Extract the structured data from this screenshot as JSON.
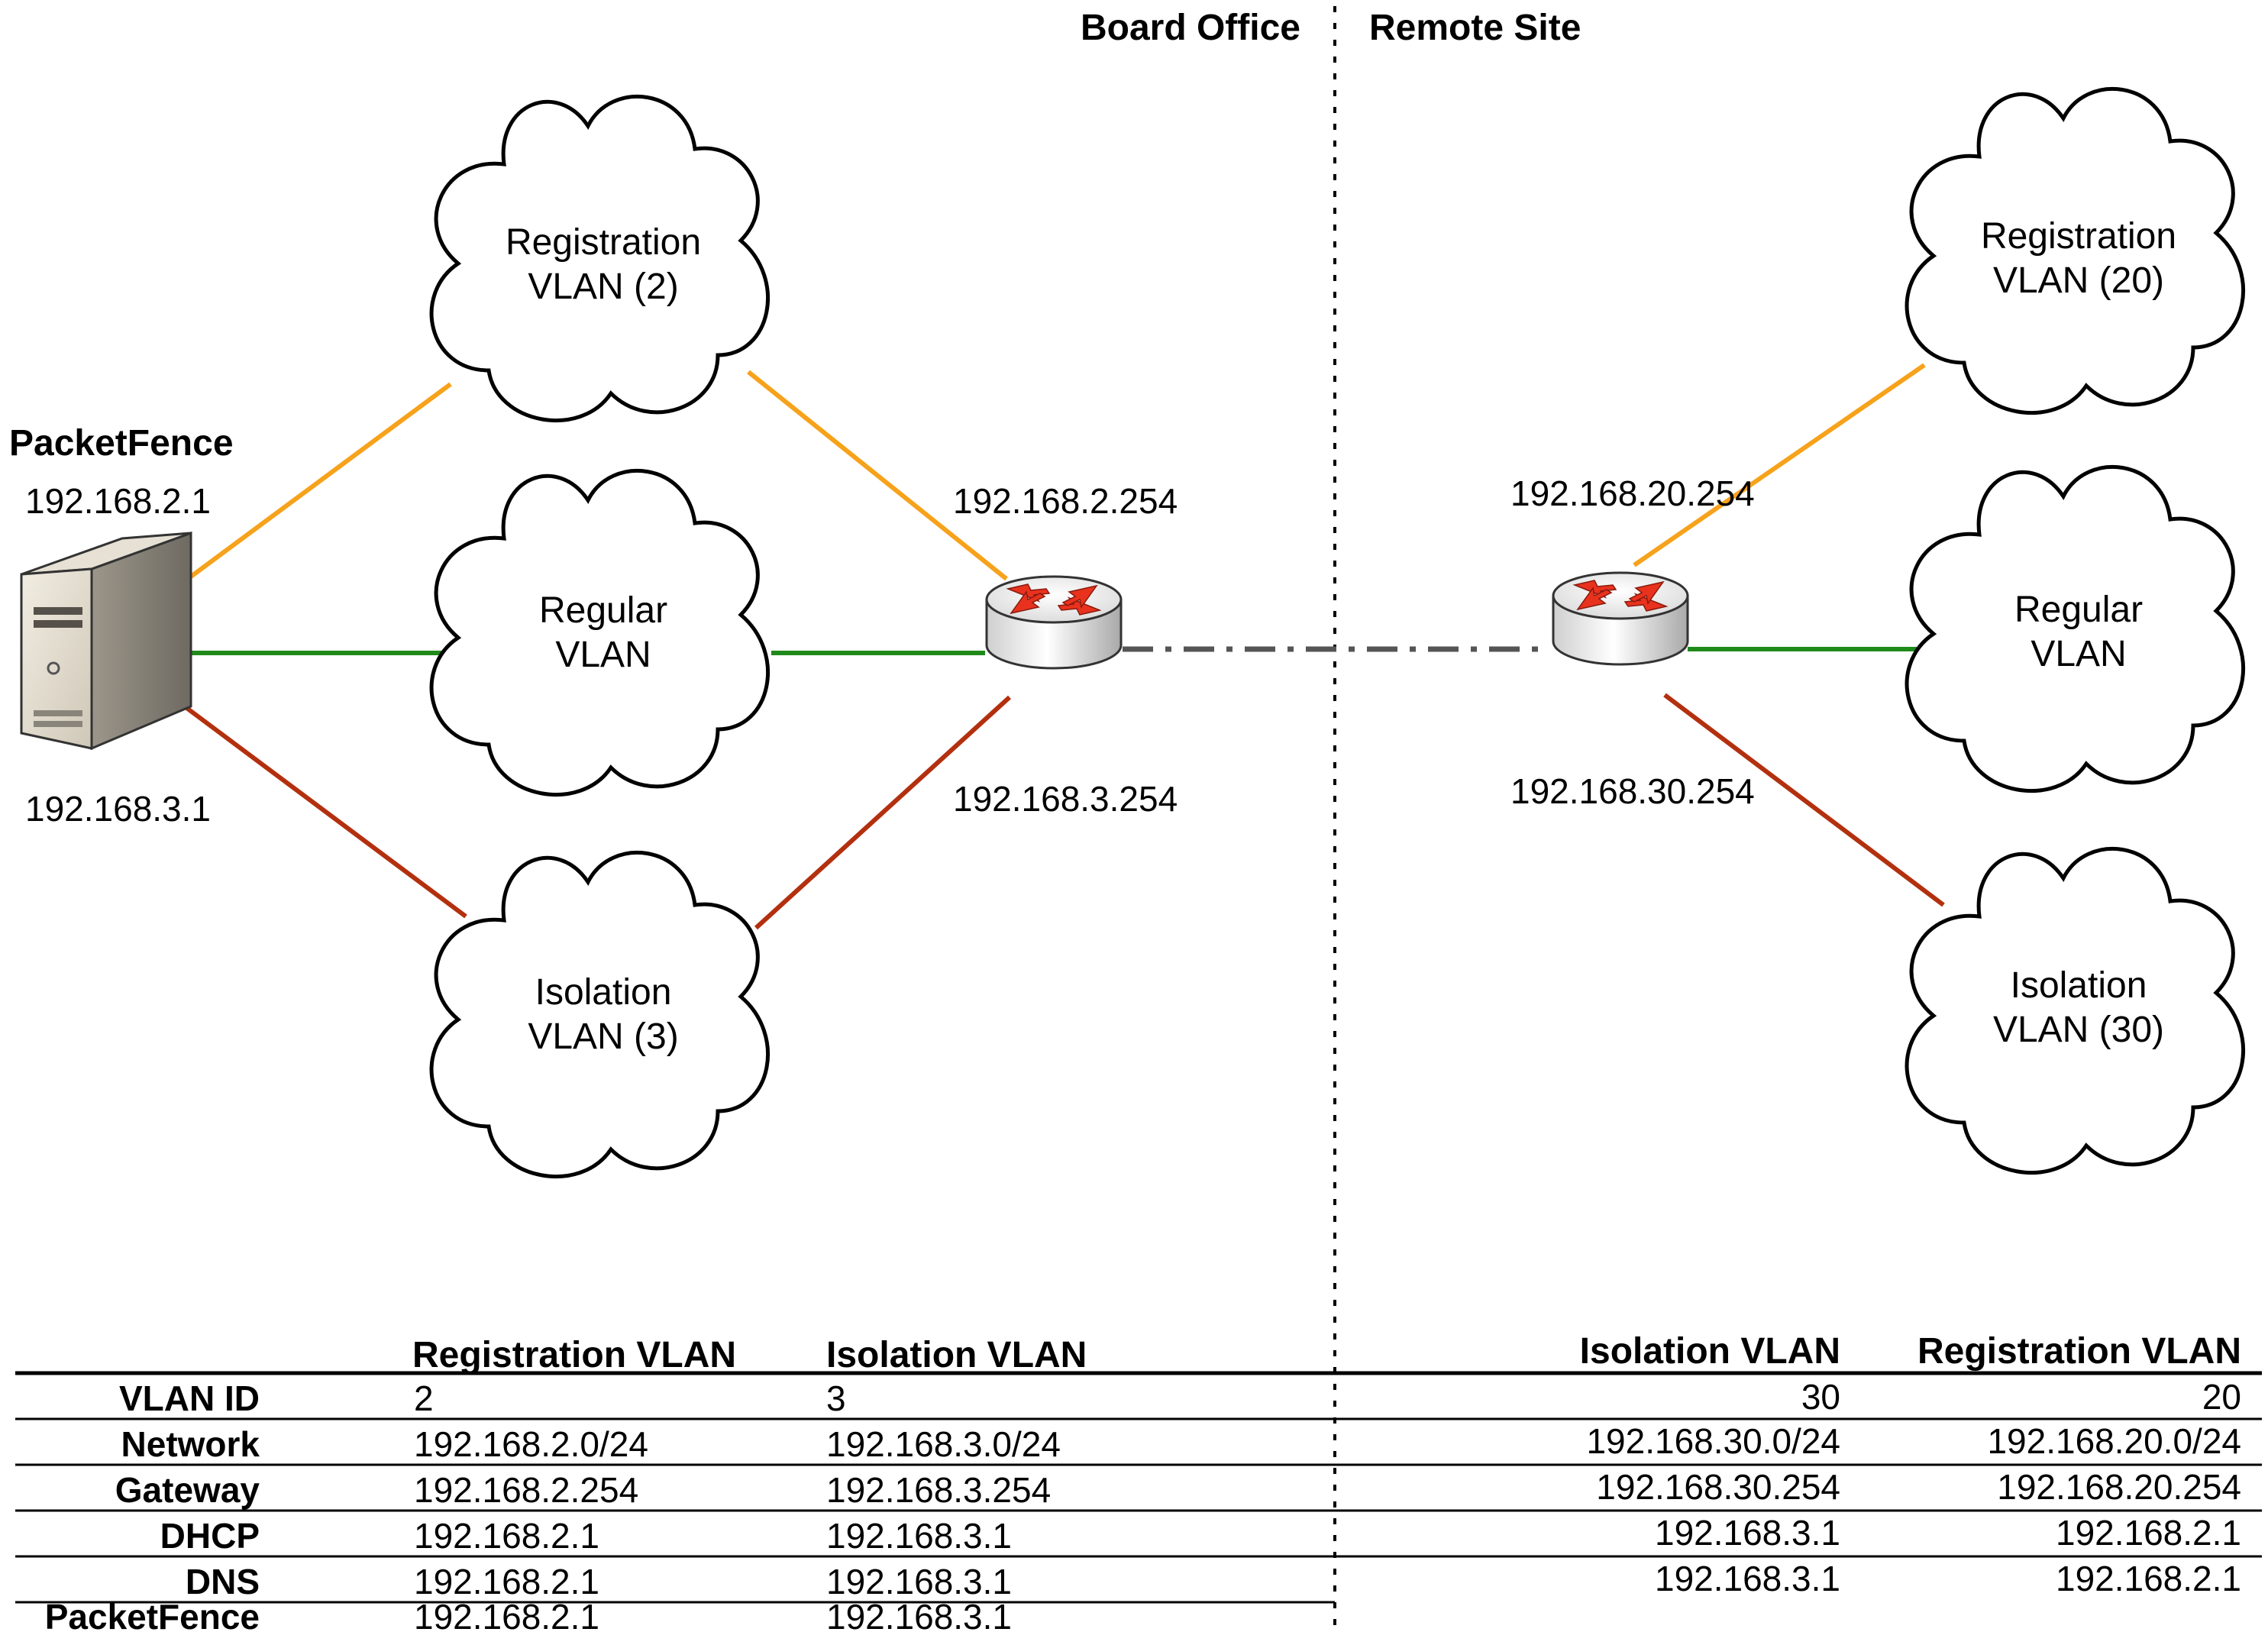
{
  "sections": {
    "board_office": "Board Office",
    "remote_site": "Remote Site"
  },
  "packetfence": {
    "title": "PacketFence",
    "ip_registration": "192.168.2.1",
    "ip_isolation": "192.168.3.1"
  },
  "board_clouds": {
    "registration": {
      "line1": "Registration",
      "line2": "VLAN (2)"
    },
    "regular": {
      "line1": "Regular",
      "line2": "VLAN"
    },
    "isolation": {
      "line1": "Isolation",
      "line2": "VLAN (3)"
    }
  },
  "remote_clouds": {
    "registration": {
      "line1": "Registration",
      "line2": "VLAN (20)"
    },
    "regular": {
      "line1": "Regular",
      "line2": "VLAN"
    },
    "isolation": {
      "line1": "Isolation",
      "line2": "VLAN (30)"
    }
  },
  "board_router": {
    "ip_registration": "192.168.2.254",
    "ip_isolation": "192.168.3.254"
  },
  "remote_router": {
    "ip_registration": "192.168.20.254",
    "ip_isolation": "192.168.30.254"
  },
  "colors": {
    "registration_link": "#f7a21b",
    "regular_link": "#1f8a1a",
    "isolation_link": "#b3300f",
    "wan_link": "#555555",
    "router_arrow": "#e8321e"
  },
  "board_table": {
    "headers": [
      "Registration VLAN",
      "Isolation VLAN"
    ],
    "rows": [
      {
        "label": "VLAN ID",
        "values": [
          "2",
          "3"
        ]
      },
      {
        "label": "Network",
        "values": [
          "192.168.2.0/24",
          "192.168.3.0/24"
        ]
      },
      {
        "label": "Gateway",
        "values": [
          "192.168.2.254",
          "192.168.3.254"
        ]
      },
      {
        "label": "DHCP",
        "values": [
          "192.168.2.1",
          "192.168.3.1"
        ]
      },
      {
        "label": "DNS",
        "values": [
          "192.168.2.1",
          "192.168.3.1"
        ]
      },
      {
        "label": "PacketFence",
        "values": [
          "192.168.2.1",
          "192.168.3.1"
        ]
      }
    ]
  },
  "remote_table": {
    "headers": [
      "Isolation VLAN",
      "Registration VLAN"
    ],
    "rows": [
      [
        "30",
        "20"
      ],
      [
        "192.168.30.0/24",
        "192.168.20.0/24"
      ],
      [
        "192.168.30.254",
        "192.168.20.254"
      ],
      [
        "192.168.3.1",
        "192.168.2.1"
      ],
      [
        "192.168.3.1",
        "192.168.2.1"
      ]
    ]
  }
}
